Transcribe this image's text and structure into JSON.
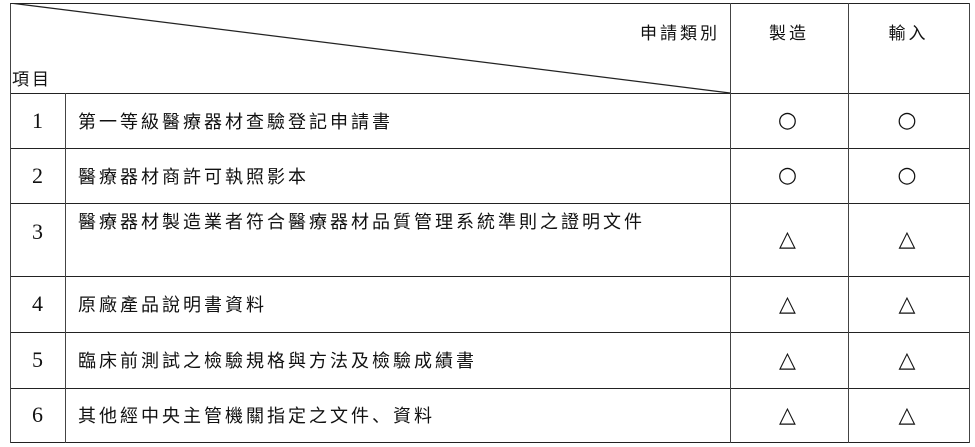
{
  "header": {
    "category_label": "申請類別",
    "item_label": "項目",
    "col_manufacture": "製造",
    "col_import": "輸入"
  },
  "rows": [
    {
      "no": "1",
      "item": "第一等級醫療器材查驗登記申請書",
      "manufacture": "○",
      "import": "○"
    },
    {
      "no": "2",
      "item": "醫療器材商許可執照影本",
      "manufacture": "○",
      "import": "○"
    },
    {
      "no": "3",
      "item": "醫療器材製造業者符合醫療器材品質管理系統準則之證明文件",
      "manufacture": "△",
      "import": "△"
    },
    {
      "no": "4",
      "item": "原廠產品說明書資料",
      "manufacture": "△",
      "import": "△"
    },
    {
      "no": "5",
      "item": "臨床前測試之檢驗規格與方法及檢驗成績書",
      "manufacture": "△",
      "import": "△"
    },
    {
      "no": "6",
      "item": "其他經中央主管機關指定之文件、資料",
      "manufacture": "△",
      "import": "△"
    }
  ]
}
